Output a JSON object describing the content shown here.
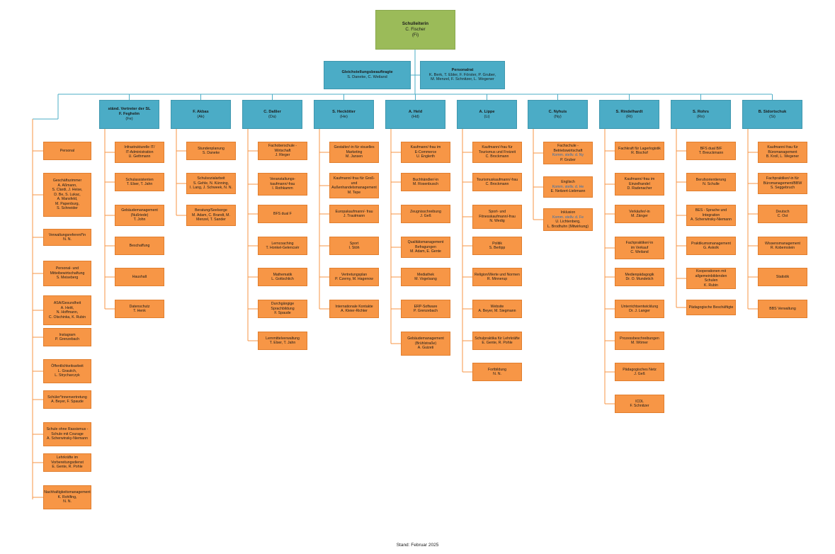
{
  "top": {
    "title": "Schulleiterin",
    "name": "C. Fischer",
    "abbr": "(Fi)"
  },
  "staff": [
    {
      "title": "Gleichstellungsbeauftragte",
      "lines": [
        "S. Daneke, C. Weiland"
      ]
    },
    {
      "title": "Personalrat",
      "lines": [
        "K. Berk, T. Ebler, F. Förster, P. Gruber,",
        "M. Menzel, F. Schnitzer, L. Wegener"
      ]
    }
  ],
  "columns": [
    {
      "head": null,
      "units": [
        [
          "Personal"
        ],
        [
          "Geschäftszimmer",
          "A. Aßmann,",
          "S. Clardi, J. Heise,",
          "D. Be, S. Lukac,",
          "A. Mansfeld,",
          "M. Papenburg,",
          "S. Schneider"
        ],
        [
          "Verwaltungsreferent*in",
          "N. N."
        ],
        [
          "Personal- und",
          "Mitteibewirtschaftung",
          "S. Meiseberg"
        ],
        [
          "ASA/Gesundheit",
          "A. Heitt,",
          "N. Hoffmann,",
          "C. Olschinka, K. Rubin"
        ],
        [
          "Instagram",
          "P. Grenzebach"
        ],
        [
          "Öffentlichkeitsarbeit",
          "L. Grauiich,",
          "L. Strycharczyk"
        ],
        [
          "Schüler*innenvertretung",
          "A. Beyer, F. Spaude"
        ],
        [
          "Schule ohne Rassismus -",
          "Schule mit Courage",
          "A. Scherwinsky-Niemann"
        ],
        [
          "Lehrkräfte im",
          "Vorbereitungsdienst",
          "E. Gente, R. Pohle"
        ],
        [
          "Nachhaltigkeitsmanagement",
          "K. Rohlfing,",
          "N. N."
        ]
      ]
    },
    {
      "head": {
        "title": "ständ. Vertreter der SL",
        "name": "F. Feghelm",
        "abbr": "(Fe)"
      },
      "units": [
        [
          "Infrastrukturelle IT/",
          "IT-Administration",
          "U. Gethmann"
        ],
        [
          "Schulassistenten",
          "T. Elser, T. Jahn"
        ],
        [
          "Gebäudemanagement",
          "(Nußriede)",
          "T. John"
        ],
        [
          "Beschaffung"
        ],
        [
          "Haushalt"
        ],
        [
          "Datenschutz",
          "T. Henk"
        ]
      ]
    },
    {
      "head": {
        "title": "F. Akbas",
        "name": "",
        "abbr": "(Ak)"
      },
      "units": [
        [
          "Stundenplanung",
          "S. Daneke"
        ],
        [
          "Schulsozialarbeit",
          "S. Gehle, N. Künning,",
          "I. Lang, J. Schweek, N. N."
        ],
        [
          "Beratung/Seelsorge",
          "M. Adam, C. Brandt, M.",
          "Menzel, T. Sander"
        ]
      ]
    },
    {
      "head": {
        "title": "C. Daßler",
        "name": "",
        "abbr": "(Da)"
      },
      "units": [
        [
          "Fachoberschule - Wirtschaft",
          "J. Rieger"
        ],
        [
          "Veranstaltungs-",
          "kaufmann/-frau",
          "I. Rothkamm"
        ],
        [
          "BFS dual F"
        ],
        [
          "Lerncoaching",
          "T. Honkel-Gelencsér"
        ],
        [
          "Mathematik",
          "L. Gottschlich"
        ],
        [
          "Durchgängige Sprachbildung",
          "F. Spaude"
        ],
        [
          "Lernmittelverwaltung",
          "T. Elser, T. Jahn"
        ]
      ]
    },
    {
      "head": {
        "title": "S. Heckötter",
        "name": "",
        "abbr": "(He)"
      },
      "units": [
        [
          "Gestalter/-in für visuelles",
          "Marketing",
          "M. Jansen"
        ],
        [
          "Kaufmann/-frau für Groß-",
          "und",
          "Außenhandelsmanagement",
          "M. Tepe"
        ],
        [
          "Europakaufmann/- frau",
          "J. Trautmann"
        ],
        [
          "Sport",
          "I. Stöh"
        ],
        [
          "Vertretungsplan",
          "P. Czerny, M. Hagenow"
        ],
        [
          "Internationale Kontakte",
          "A. Kleier-Richter"
        ]
      ]
    },
    {
      "head": {
        "title": "A. Held",
        "name": "",
        "abbr": "(Hd)"
      },
      "units": [
        [
          "Kaufmann/-frau im",
          "E-Commerce",
          "U. Englerth"
        ],
        [
          "Buchhändler/-in",
          "M. Rosenbusch"
        ],
        [
          "Zeugnisschreibung",
          "J. Geß"
        ],
        [
          "Qualitätsmanagement",
          "Befragungen",
          "M. Adam, E. Gente"
        ],
        [
          "Mediathek",
          "M. Vogelsang"
        ],
        [
          "ERP-Software",
          "P. Grenzebach"
        ],
        [
          "Gebäudemanagement",
          "(Brühlstraße)",
          "A. Guizeti"
        ]
      ]
    },
    {
      "head": {
        "title": "A. Lippe",
        "name": "",
        "abbr": "(Li)"
      },
      "units": [
        [
          "Kaufmann/-frau für",
          "Tourismus und Freizeit",
          "C. Brockmann"
        ],
        [
          "Tourismuskaufmann/-frau",
          "C. Brockmann"
        ],
        [
          "Sport- und",
          "Fitnesskaufmann/-frau",
          "N. Wedig"
        ],
        [
          "Politik",
          "S. Berlipp"
        ],
        [
          "Religion/Werte und Normen",
          "R. Minnerup"
        ],
        [
          "Website",
          "A. Beyer, M. Siegmann"
        ],
        [
          "Schulpraktika für Lehrkräfte",
          "E. Gente, R. Pohle"
        ],
        [
          "Fortbildung",
          "N. N."
        ]
      ]
    },
    {
      "head": {
        "title": "C. Nyhuis",
        "name": "",
        "abbr": "(Ny)"
      },
      "units": [
        [
          "Fachschule -",
          "Betriebswirtschaft",
          "{b}Komm. stellv. d. Ny",
          "P. Gruber"
        ],
        [
          "Englisch",
          "{b}Komm. stellv. d. He",
          "E. Neitzert-Liebmann"
        ],
        [
          "Inklusion",
          "{b}Komm. stellv. d. Fe",
          "U. Lichtenberg,",
          "L. Brodhuhn (Mitwirkung)"
        ]
      ]
    },
    {
      "head": {
        "title": "S. Rindelhardt",
        "name": "",
        "abbr": "(Ri)"
      },
      "units": [
        [
          "Fachkraft für Lagerlogistik",
          "R. Bischof"
        ],
        [
          "Kaufmann/-frau im",
          "Einzelhandel",
          "D. Radenacher"
        ],
        [
          "Verkäufer/-in",
          "M. Zänger"
        ],
        [
          "Fachpraktiker/-in",
          "im Verkauf",
          "C. Weiland"
        ],
        [
          "Medienpädagogik",
          "Dr. O. Mundetich"
        ],
        [
          "Unterrichtsentwicklung",
          "Dr. J. Langer"
        ],
        [
          "Prozessbeschreibungen",
          "M. Wömer"
        ],
        [
          "Pädagogisches Netz",
          "J. Geß"
        ],
        [
          "ICDL",
          "F. Schnitzer"
        ]
      ]
    },
    {
      "head": {
        "title": "S. Rohrs",
        "name": "",
        "abbr": "(Ro)"
      },
      "units": [
        [
          "BFS dual B/F",
          "T. Breuckmann"
        ],
        [
          "Berufsorientierung",
          "N. Schulle"
        ],
        [
          "BES - Sprache und",
          "Integration",
          "A. Scherwinsky-Niemann"
        ],
        [
          "Praktikumsmanagement",
          "G. Askolk"
        ],
        [
          "Kooperationen mit",
          "allgemeinbildenden Schulen",
          "K. Rubin"
        ],
        [
          "Pädagogische Beschäftigte"
        ]
      ]
    },
    {
      "head": {
        "title": "B. Sidortschuk",
        "name": "",
        "abbr": "(Si)"
      },
      "units": [
        [
          "Kaufmann/-frau für",
          "Büromanagement",
          "B. Kroll, L. Wegener"
        ],
        [
          "Fachpraktiker/-in für",
          "Büromanagement/BBW",
          "S. Seggebruch"
        ],
        [
          "Deutsch",
          "C. Ost"
        ],
        [
          "Wissensmanagement",
          "R. Kobernstein"
        ],
        [
          "Statistik"
        ],
        [
          "BBS Verwaltung"
        ]
      ]
    }
  ],
  "footer": "Stand: Februar 2025",
  "colors": {
    "top": "#9bbb59",
    "head": "#4bacc6",
    "unit": "#f79646",
    "line": "#4bacc6",
    "unitLine": "#f79646"
  }
}
